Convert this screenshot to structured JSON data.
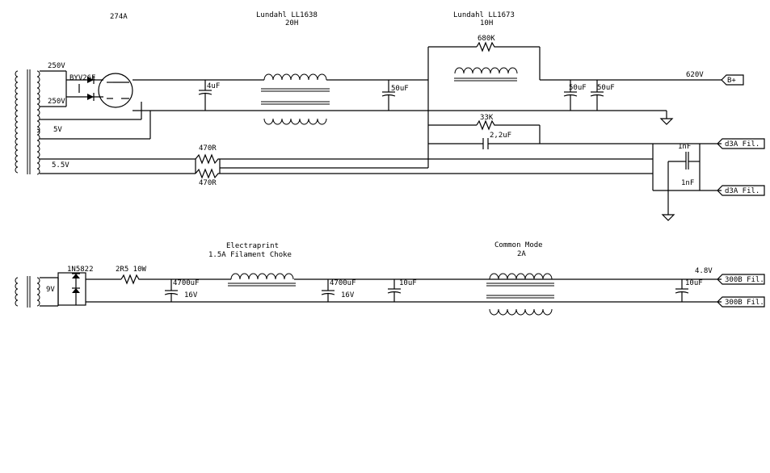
{
  "top": {
    "rectifier_title": "274A",
    "diode_label": "BYV26E",
    "choke1_title": "Lundahl LL1638",
    "choke1_value": "20H",
    "choke2_title": "Lundahl LL1673",
    "choke2_value": "10H",
    "res_680k": "680K",
    "res_33k": "33K",
    "cap_2u2": "2,2uF",
    "cap_4u": "4uF",
    "cap_50u_a": "50uF",
    "cap_50u_b": "50uF",
    "cap_50u_c": "50uF",
    "voltage_250_a": "250V",
    "voltage_250_b": "250V",
    "voltage_5v": "5V",
    "voltage_5v5": "5.5V",
    "res_470r_a": "470R",
    "res_470r_b": "470R",
    "output_voltage": "620V",
    "bplus": "B+",
    "cap_1nf_a": "1nF",
    "cap_1nf_b": "1nF",
    "fil_a": "d3A Fil.",
    "fil_b": "d3A Fil."
  },
  "bottom": {
    "xfmr_voltage": "9V",
    "diode_label": "1N5822",
    "resistor_label": "2R5 10W",
    "cap1_value": "4700uF",
    "cap1_voltage": "16V",
    "choke1_title": "Electraprint",
    "choke1_sub": "1.5A Filament Choke",
    "cap2_value": "4700uF",
    "cap2_voltage": "16V",
    "cap3_value": "10uF",
    "choke2_title": "Common Mode",
    "choke2_value": "2A",
    "output_voltage": "4.8V",
    "cap4_value": "10uF",
    "fil_a": "300B Fil.",
    "fil_b": "300B Fil."
  }
}
